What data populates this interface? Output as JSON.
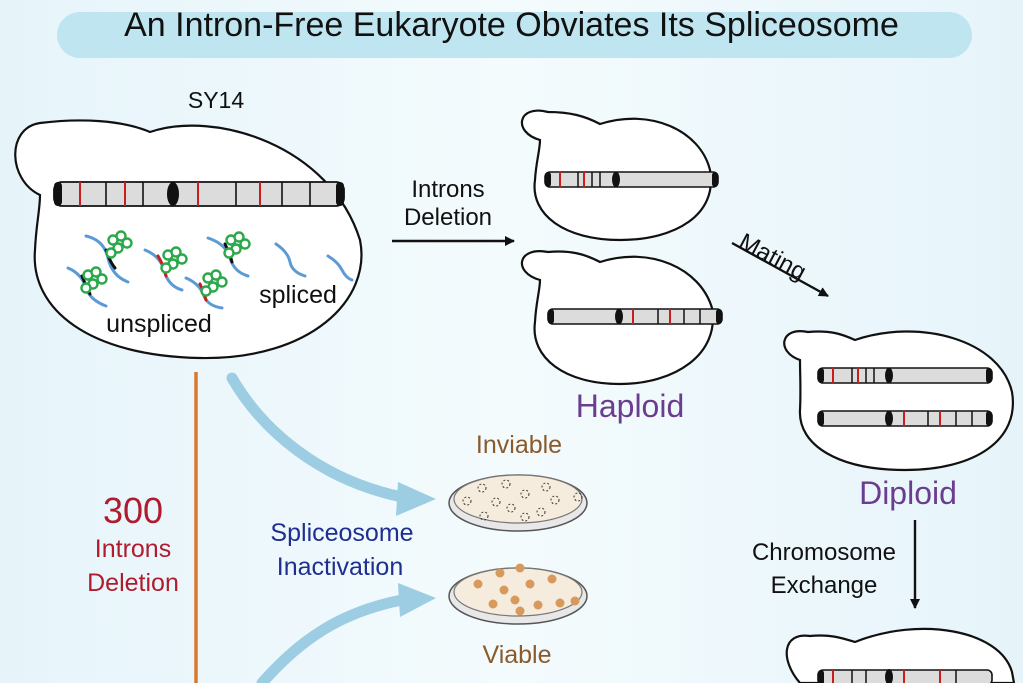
{
  "title": "An Intron-Free Eukaryote Obviates Its Spliceosome",
  "colors": {
    "title_pill": "#bfe6f0",
    "background": "#eaf6fb",
    "background_center": "#f2fafc",
    "chromosome_fill": "#dedede",
    "intron_mark": "#d11f1f",
    "spliceosome": "#2aa84a",
    "rna": "#5b9bd5",
    "flow_arrow": "#9ccde3",
    "deletion_line": "#d9782e",
    "count_text": "#b01c2e",
    "spliceosome_label": "#1f2f8f",
    "ploidy_label": "#6a3d8f",
    "plate_label": "#8a5a2c",
    "colony": "#d89a5c",
    "plate_fill": "#f6ecdd"
  },
  "labels": {
    "strain": "SY14",
    "unspliced": "unspliced",
    "spliced": "spliced",
    "introns_deletion_line1": "Introns",
    "introns_deletion_line2": "Deletion",
    "mating": "Mating",
    "haploid": "Haploid",
    "diploid": "Diploid",
    "chromosome_exchange_line1": "Chromosome",
    "chromosome_exchange_line2": "Exchange",
    "intron_count": "300",
    "intron_count_line2": "Introns",
    "intron_count_line3": "Deletion",
    "spliceosome_inactivation_line1": "Spliceosome",
    "spliceosome_inactivation_line2": "Inactivation",
    "inviable": "Inviable",
    "viable": "Viable"
  }
}
